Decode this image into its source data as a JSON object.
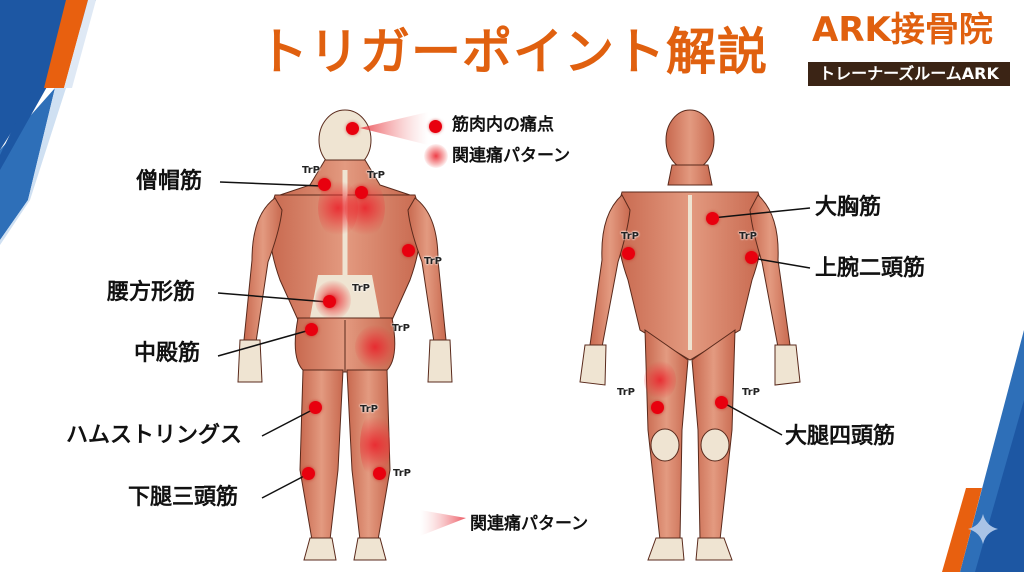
{
  "title": "トリガーポイント解説",
  "brand": {
    "name": "ARK接骨院",
    "subtitle": "トレーナーズルームARK"
  },
  "legend": {
    "point": "筋肉内の痛点",
    "referred": "関連痛パターン",
    "referred_bottom": "関連痛パターン"
  },
  "trp_label": "TrP",
  "back_view": {
    "labels": [
      {
        "id": "trapezius",
        "text": "僧帽筋"
      },
      {
        "id": "quadratus-lumborum",
        "text": "腰方形筋"
      },
      {
        "id": "gluteus-medius",
        "text": "中殿筋"
      },
      {
        "id": "hamstrings",
        "text": "ハムストリングス"
      },
      {
        "id": "triceps-surae",
        "text": "下腿三頭筋"
      }
    ],
    "trp_tags": [
      "TrP",
      "TrP",
      "TrP",
      "TrP",
      "TrP",
      "TrP",
      "TrP"
    ]
  },
  "front_view": {
    "labels": [
      {
        "id": "pectoralis-major",
        "text": "大胸筋"
      },
      {
        "id": "biceps-brachii",
        "text": "上腕二頭筋"
      },
      {
        "id": "quadriceps",
        "text": "大腿四頭筋"
      }
    ],
    "trp_tags": [
      "TrP",
      "TrP",
      "TrP",
      "TrP"
    ]
  },
  "colors": {
    "title_orange": "#e0600f",
    "brand_dark": "#3b2415",
    "point_red": "#e8000e",
    "corner_blue_dark": "#1d57a3",
    "corner_blue_light": "#2e6fb8",
    "corner_orange": "#e8600f",
    "muscle": "#d9826a",
    "tendon": "#efe4d2"
  }
}
